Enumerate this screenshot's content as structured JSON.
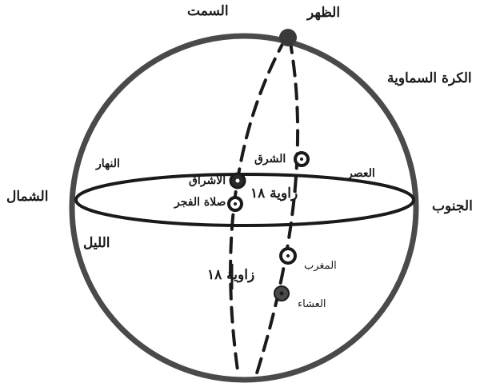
{
  "labels": {
    "zenith": "السمت",
    "noon": "الظهر",
    "celestial_sphere": "الكرة السماوية",
    "north": "الشمال",
    "south": "الجنوب",
    "daytime": "النهار",
    "nighttime": "الليل",
    "afternoon": "العصر",
    "sunrise": "الشرق",
    "morning": "الاشراق",
    "fajr": "صلاة الفجر",
    "angle_top": "زاوية ١٨",
    "angle_left": "زاوية ١٨",
    "sunset": "المغرب",
    "isha": "العشاء"
  },
  "colors": {
    "ink": "#1a1a1a",
    "sphere_stroke": "#4a4a4a",
    "background": "#ffffff"
  }
}
